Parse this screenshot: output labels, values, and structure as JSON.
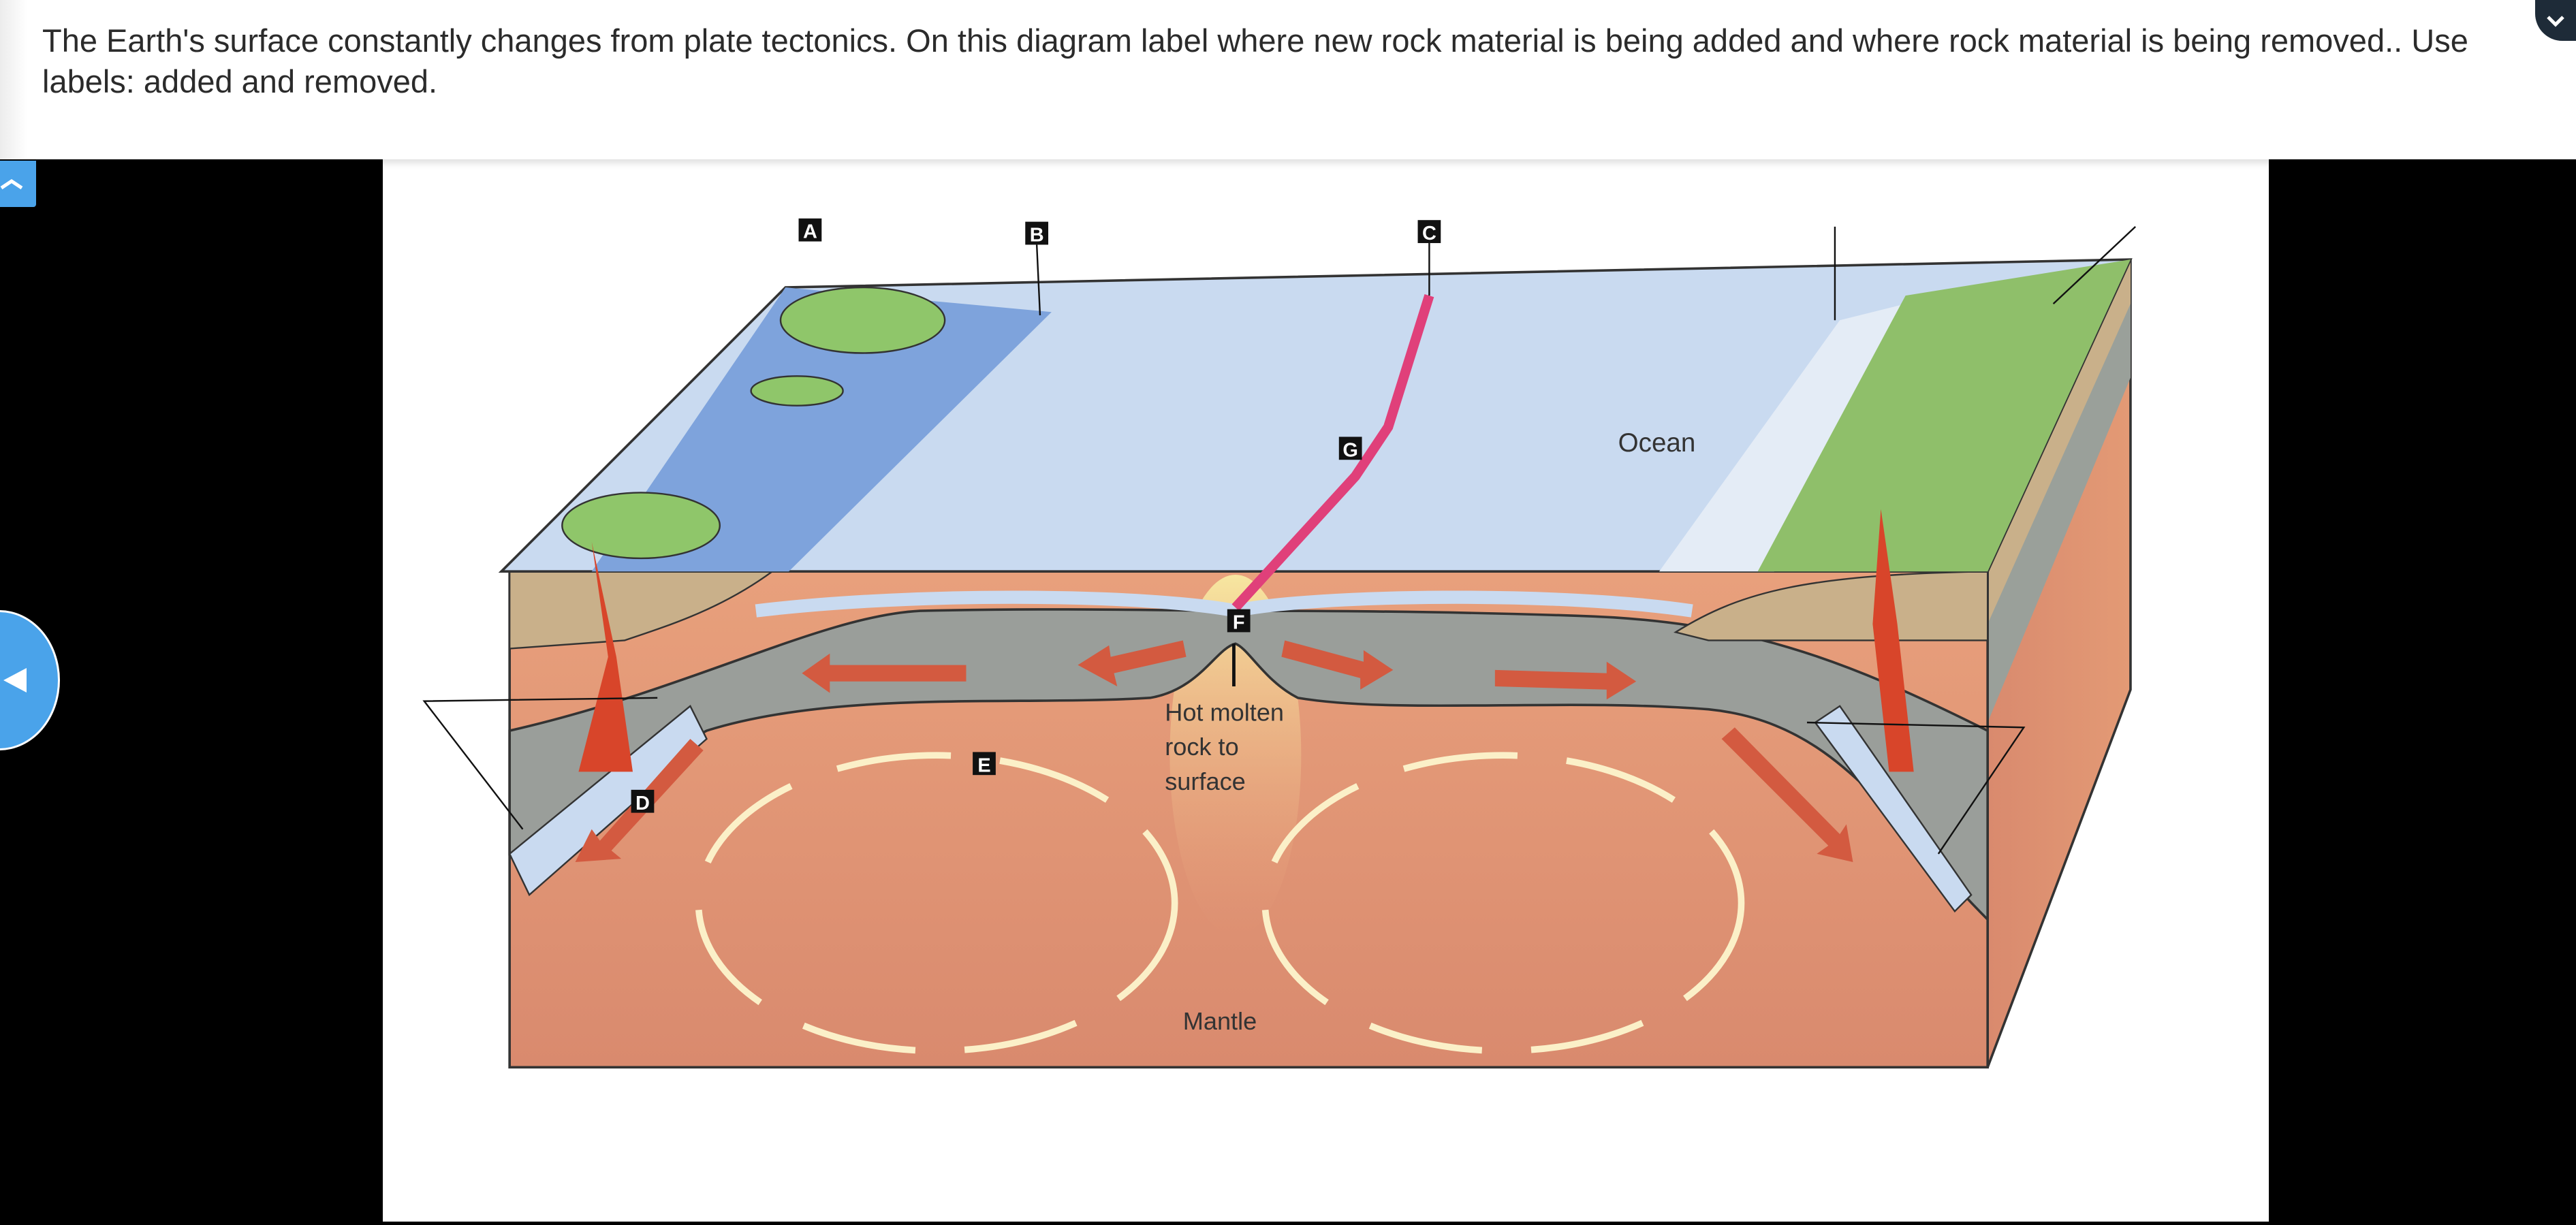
{
  "question": {
    "text": "The Earth's surface constantly changes from plate tectonics.  On this diagram label where new rock material is being added and where rock material is being removed..  Use labels: added and removed."
  },
  "controls": {
    "collapse_icon": "chevron-down-icon",
    "scroll_up_icon": "chevron-up-icon",
    "previous_icon": "triangle-left-icon"
  },
  "diagram": {
    "letter_labels": [
      "A",
      "B",
      "C",
      "G",
      "F",
      "E",
      "D"
    ],
    "ocean_label": "Ocean",
    "hot_rock_label": [
      "Hot molten",
      "rock to",
      "surface"
    ],
    "mantle_label": "Mantle"
  },
  "colors": {
    "accent_blue": "#4aa3ea",
    "mantle": "#e09070",
    "lithosphere": "#9a9e9a",
    "ocean": "#c9daf0"
  }
}
